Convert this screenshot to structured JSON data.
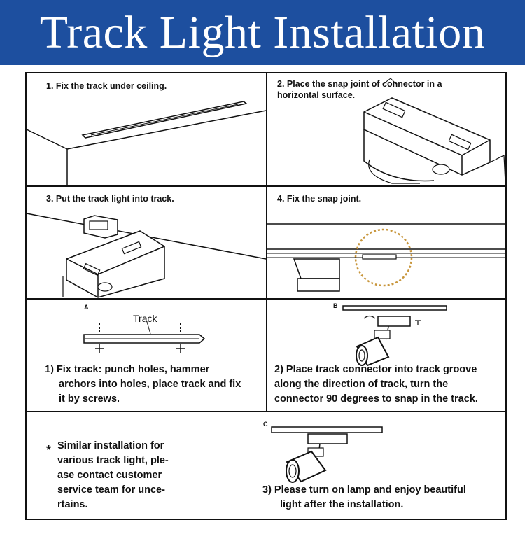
{
  "banner": {
    "title": "Track Light Installation",
    "background": "#1d4f9f",
    "text_color": "#ffffff"
  },
  "steps": {
    "s1": "1. Fix the track under ceiling.",
    "s2_line1": "2. Place the snap joint of connector in a",
    "s2_line2": "horizontal surface.",
    "s3": "3. Put the track light into track.",
    "s4": "4. Fix the snap joint."
  },
  "panel_a": {
    "letter": "A",
    "track_label": "Track",
    "text_line1": "1) Fix track: punch holes, hammer",
    "text_line2": "archors into holes, place track and fix",
    "text_line3": "it by screws."
  },
  "panel_b": {
    "letter": "B",
    "text_line1": "2) Place track connector into track groove",
    "text_line2": "along the direction of track, turn the",
    "text_line3": "connector 90 degrees to snap in the track."
  },
  "panel_c": {
    "letter": "C",
    "note_star": "*",
    "note_line1": "Similar installation for",
    "note_line2": "various track light, ple-",
    "note_line3": "ase contact customer",
    "note_line4": "service team for unce-",
    "note_line5": "rtains.",
    "text_line1": "3) Please turn on lamp and enjoy beautiful",
    "text_line2": "light after the installation."
  },
  "colors": {
    "highlight_circle": "#c8963c",
    "line": "#111111"
  }
}
